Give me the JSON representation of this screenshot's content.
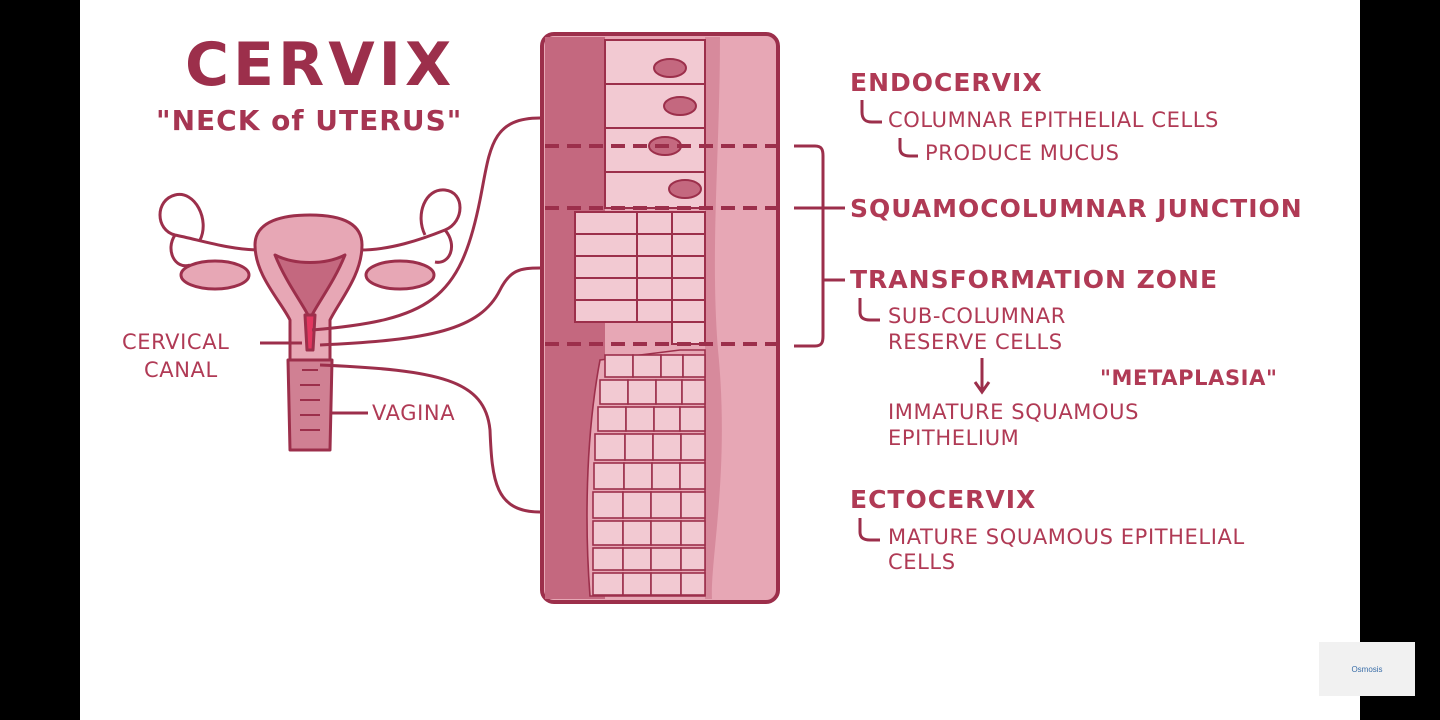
{
  "title": "CERVIX",
  "subtitle": "\"NECK of UTERUS\"",
  "labels": {
    "cervical_canal": [
      "CERVICAL",
      "CANAL"
    ],
    "vagina": "VAGINA",
    "endocervix": "ENDOCERVIX",
    "columnar_cells": "COLUMNAR EPITHELIAL CELLS",
    "produce_mucus": "PRODUCE MUCUS",
    "junction": "SQUAMOCOLUMNAR JUNCTION",
    "transformation_zone": "TRANSFORMATION ZONE",
    "sub_columnar": [
      "SUB-COLUMNAR",
      "RESERVE CELLS"
    ],
    "metaplasia": "\"METAPLASIA\"",
    "immature": [
      "IMMATURE SQUAMOUS",
      "EPITHELIUM"
    ],
    "ectocervix": "ECTOCERVIX",
    "mature": [
      "MATURE SQUAMOUS EPITHELIAL",
      "CELLS"
    ]
  },
  "logo": "Osmosis",
  "colors": {
    "ink": "#9c2f4b",
    "label": "#b03a55",
    "tissue_dark": "#c4687f",
    "tissue_light": "#e7a7b5",
    "cell_fill": "#f2c9d2"
  }
}
